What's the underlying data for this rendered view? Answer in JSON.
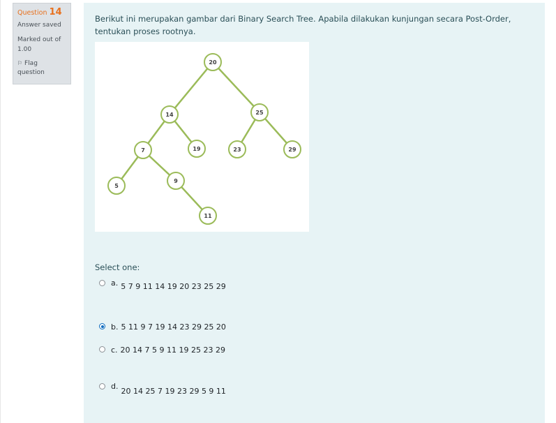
{
  "question_info": {
    "question_label": "Question",
    "question_number": "14",
    "state": "Answer saved",
    "grade": "Marked out of 1.00",
    "flag_label": "Flag question"
  },
  "question": {
    "text": "Berikut ini merupakan gambar dari Binary Search Tree. Apabila dilakukan kunjungan secara Post-Order, tentukan proses rootnya."
  },
  "tree": {
    "colors": {
      "edge": "#9bbb59",
      "node_stroke": "#9bbb59",
      "node_fill": "#ffffff",
      "label": "#404040"
    },
    "nodes": [
      {
        "id": "n20",
        "label": "20"
      },
      {
        "id": "n14",
        "label": "14"
      },
      {
        "id": "n25",
        "label": "25"
      },
      {
        "id": "n7",
        "label": "7"
      },
      {
        "id": "n19",
        "label": "19"
      },
      {
        "id": "n23",
        "label": "23"
      },
      {
        "id": "n29",
        "label": "29"
      },
      {
        "id": "n5",
        "label": "5"
      },
      {
        "id": "n9",
        "label": "9"
      },
      {
        "id": "n11",
        "label": "11"
      }
    ],
    "edges": [
      [
        "n20",
        "n14"
      ],
      [
        "n20",
        "n25"
      ],
      [
        "n14",
        "n7"
      ],
      [
        "n14",
        "n19"
      ],
      [
        "n25",
        "n23"
      ],
      [
        "n25",
        "n29"
      ],
      [
        "n7",
        "n5"
      ],
      [
        "n7",
        "n9"
      ],
      [
        "n9",
        "n11"
      ]
    ]
  },
  "answers": {
    "prompt": "Select one:",
    "options": [
      {
        "letter": "a.",
        "text": "5 7 9 11 14 19 20 23 25 29",
        "selected": false
      },
      {
        "letter": "b.",
        "text": "5 11 9 7 19 14 23 29 25 20",
        "selected": true
      },
      {
        "letter": "c.",
        "text": "20 14 7 5 9 11 19 25 23 29",
        "selected": false
      },
      {
        "letter": "d.",
        "text": "20 14 25 7 19 23 29 5 9 11",
        "selected": false
      }
    ]
  }
}
